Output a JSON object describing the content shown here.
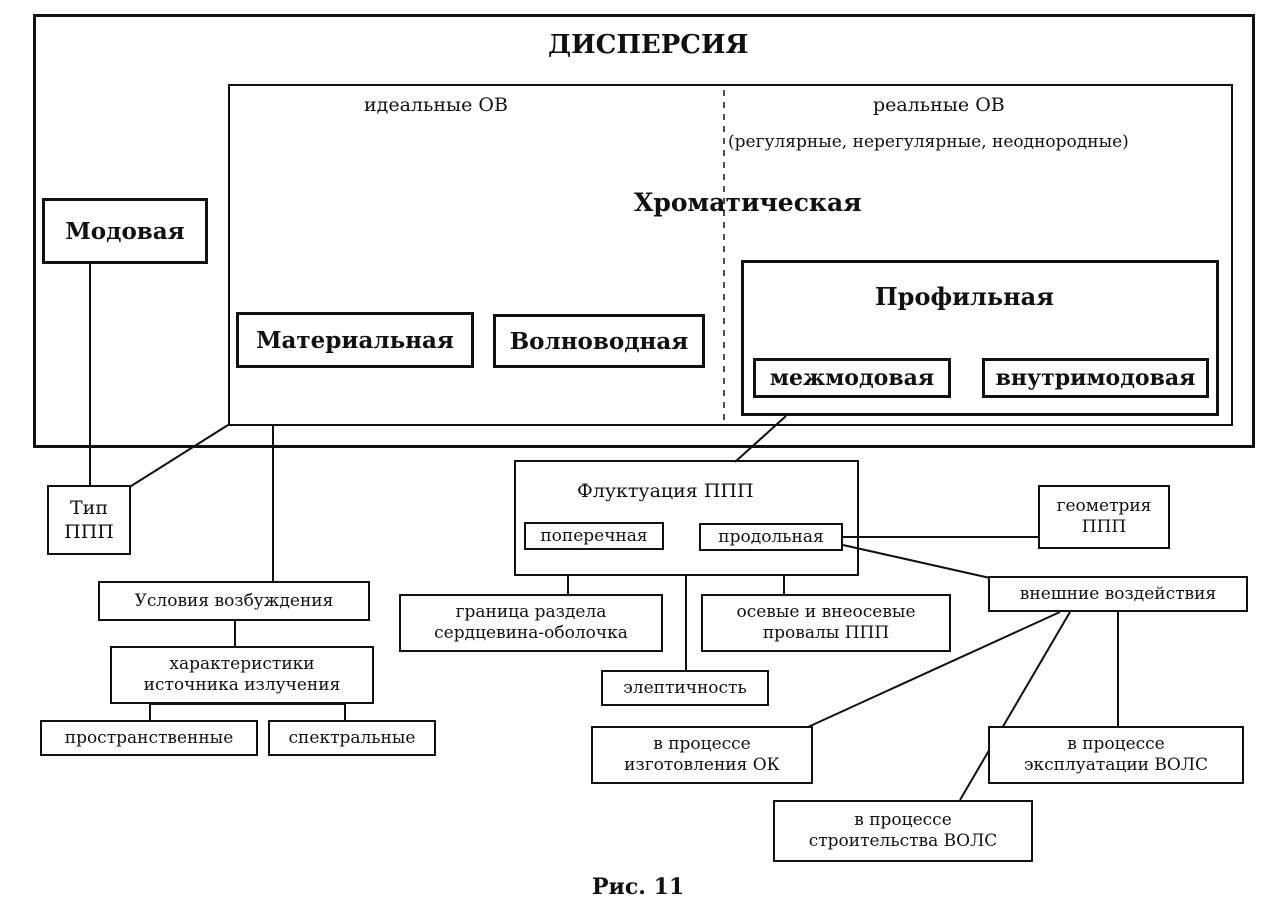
{
  "title": "ДИСПЕРСИЯ",
  "ideal_label": "идеальные ОВ",
  "real_label": "реальные ОВ",
  "real_sub": "(регулярные, нерегулярные, неоднородные)",
  "chromatic": "Хроматическая",
  "modal": "Модовая",
  "material": "Материальная",
  "waveguide": "Волноводная",
  "profile": "Профильная",
  "intermode": "межмодовая",
  "intramode": "внутримодовая",
  "ppp_type": "Тип\nППП",
  "fluct_title": "Флуктуация ППП",
  "transverse": "поперечная",
  "longitudinal": "продольная",
  "geometry": "геометрия\nППП",
  "external": "внешние воздействия",
  "excitation": "Условия возбуждения",
  "source_char": "характеристики\nисточника излучения",
  "spatial": "пространственные",
  "spectral": "спектральные",
  "core_clad": "граница раздела\nсердцевина-оболочка",
  "axial": "осевые и внеосевые\nпровалы ППП",
  "ellipticity": "элептичность",
  "manufacturing": "в процессе\nизготовления ОК",
  "operation": "в процессе\nэксплуатации ВОЛС",
  "construction": "в процессе\nстроительства ВОЛС",
  "caption": "Рис. 11"
}
